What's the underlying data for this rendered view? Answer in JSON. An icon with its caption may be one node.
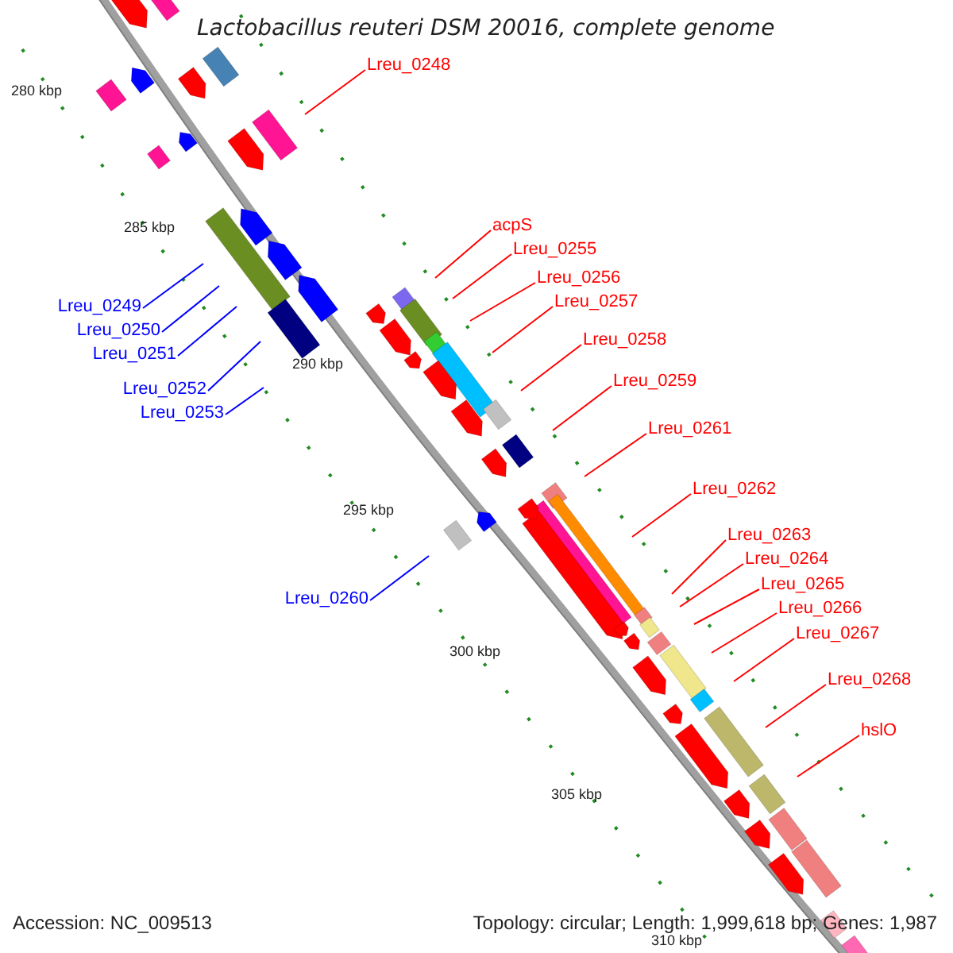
{
  "diagram": {
    "title": "Lactobacillus reuteri DSM 20016, complete genome",
    "nodes": [
      {
        "text": [
          "Lreu_0248"
        ]
      },
      {
        "text": [
          "acpS"
        ]
      },
      {
        "text": [
          "Lreu_0255"
        ]
      },
      {
        "text": [
          "Lreu_0256"
        ]
      },
      {
        "text": [
          "Lreu_0257"
        ]
      },
      {
        "text": [
          "Lreu_0249"
        ]
      },
      {
        "text": [
          "Lreu_0250"
        ]
      },
      {
        "text": [
          "Lreu_0258"
        ]
      },
      {
        "text": [
          "Lreu_0251"
        ]
      },
      {
        "text": [
          "Lreu_0252"
        ]
      },
      {
        "text": [
          "Lreu_0259"
        ]
      },
      {
        "text": [
          "Lreu_0253"
        ]
      },
      {
        "text": [
          "Lreu_0261"
        ]
      },
      {
        "text": [
          "Lreu_0262"
        ]
      },
      {
        "text": [
          "Lreu_0263"
        ]
      },
      {
        "text": [
          "Lreu_0264"
        ]
      },
      {
        "text": [
          "Lreu_0265"
        ]
      },
      {
        "text": [
          "Lreu_0260"
        ]
      },
      {
        "text": [
          "Lreu_0266"
        ]
      },
      {
        "text": [
          "Lreu_0267"
        ]
      },
      {
        "text": [
          "Lreu_0268"
        ]
      },
      {
        "text": [
          "hslO"
        ]
      }
    ],
    "edges": [
      {
        "from": 0,
        "to": null,
        "arrow": "none"
      },
      {
        "from": 1,
        "to": null,
        "arrow": "none"
      },
      {
        "from": 2,
        "to": null,
        "arrow": "none"
      },
      {
        "from": 3,
        "to": null,
        "arrow": "none"
      },
      {
        "from": 4,
        "to": null,
        "arrow": "none"
      },
      {
        "from": 5,
        "to": null,
        "arrow": "none",
        "color": "#0000ff"
      },
      {
        "from": 6,
        "to": null,
        "arrow": "none",
        "color": "#0000ff"
      },
      {
        "from": 7,
        "to": null,
        "arrow": "none"
      },
      {
        "from": 8,
        "to": null,
        "arrow": "none",
        "color": "#0000ff"
      },
      {
        "from": 9,
        "to": null,
        "arrow": "none",
        "color": "#0000ff"
      },
      {
        "from": 10,
        "to": null,
        "arrow": "none"
      },
      {
        "from": 11,
        "to": null,
        "arrow": "none",
        "color": "#0000ff"
      },
      {
        "from": 12,
        "to": null,
        "arrow": "none"
      },
      {
        "from": 13,
        "to": null,
        "arrow": "none"
      },
      {
        "from": 14,
        "to": null,
        "arrow": "none"
      },
      {
        "from": 15,
        "to": null,
        "arrow": "none"
      },
      {
        "from": 16,
        "to": null,
        "arrow": "none"
      },
      {
        "from": 17,
        "to": null,
        "arrow": "none",
        "color": "#0000ff"
      },
      {
        "from": 18,
        "to": null,
        "arrow": "none"
      },
      {
        "from": 19,
        "to": null,
        "arrow": "none"
      },
      {
        "from": 20,
        "to": null,
        "arrow": "none"
      },
      {
        "from": 21,
        "to": null,
        "arrow": "none"
      }
    ],
    "labels": [
      "280 kbp",
      "285 kbp",
      "290 kbp",
      "295 kbp",
      "300 kbp",
      "305 kbp",
      "310 kbp",
      "Accession: NC_009513",
      "Topology: circular; Length: 1,999,618 bp; Genes: 1,987"
    ]
  }
}
